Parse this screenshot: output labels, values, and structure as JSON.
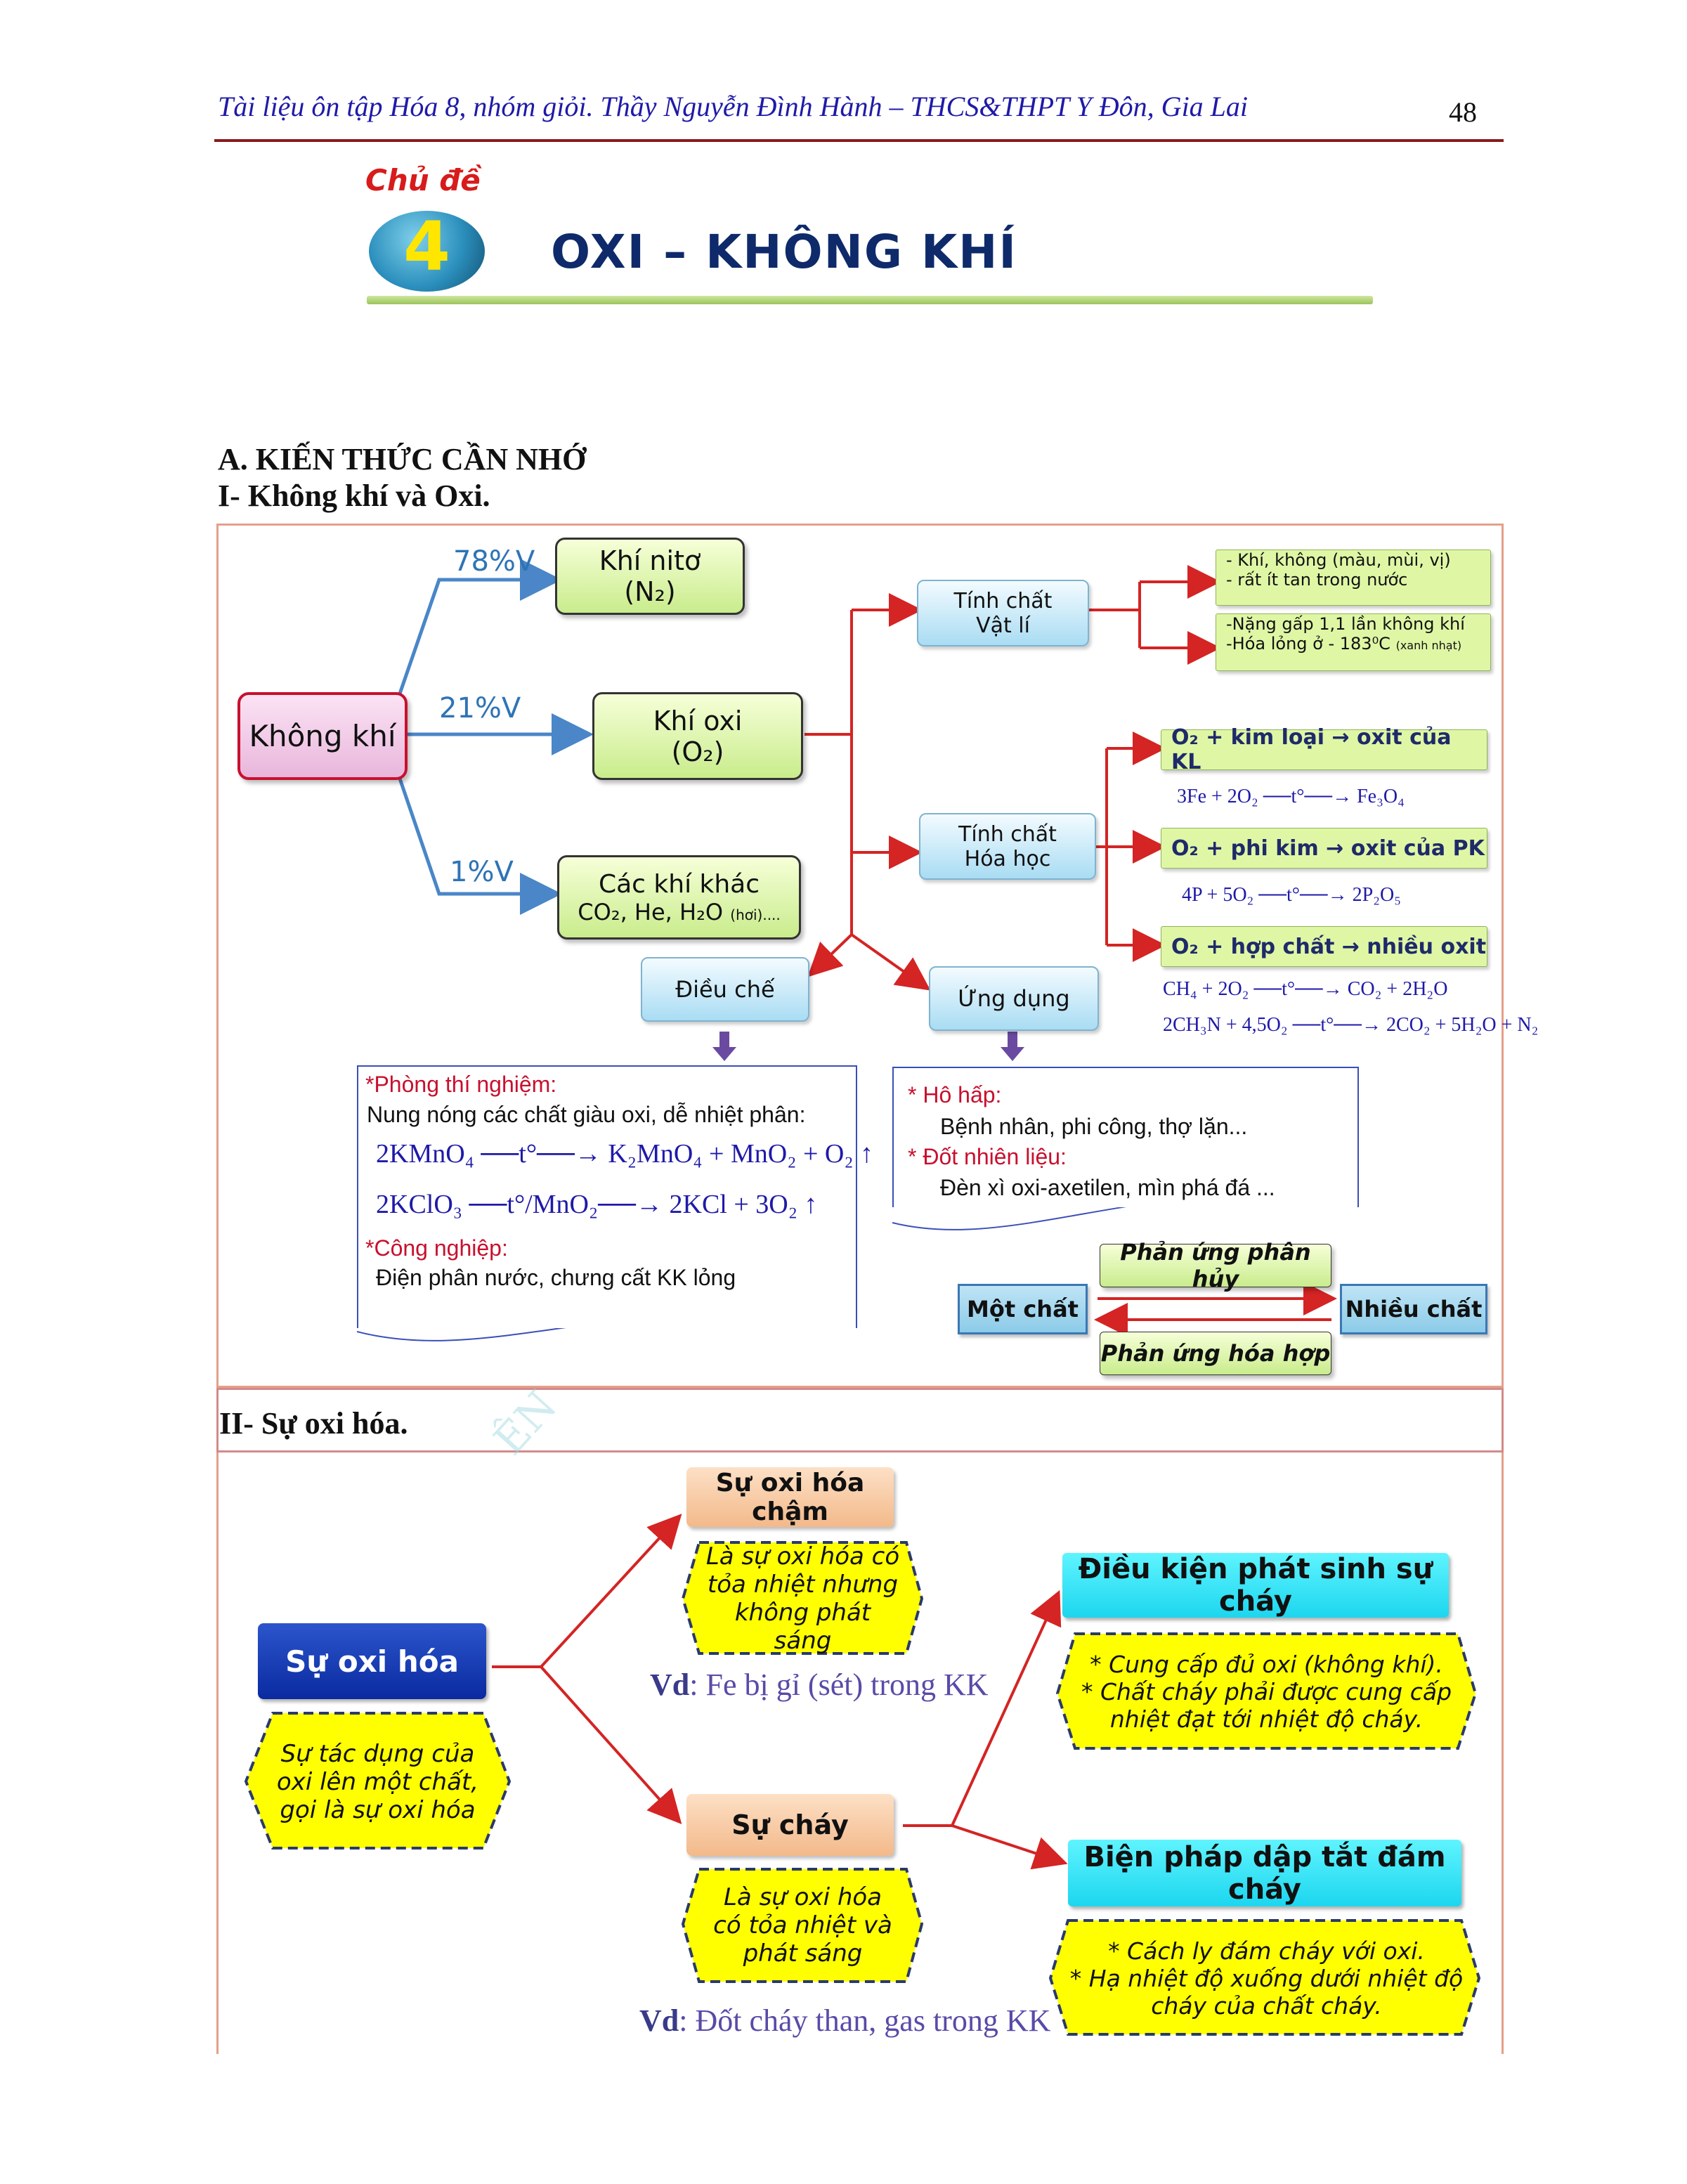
{
  "header": {
    "title": "Tài liệu ôn tập Hóa 8, nhóm giỏi. Thầy Nguyễn Đình Hành – THCS&THPT Y Đôn, Gia Lai",
    "page_number": "48"
  },
  "topic": {
    "label": "Chủ đề",
    "number": "4",
    "title": "OXI – KHÔNG KHÍ"
  },
  "section_a": "A. KIẾN THỨC CẦN NHỚ",
  "section_1": "I- Không khí và Oxi.",
  "diagram1": {
    "root": "Không  khí",
    "pct_n2": "78%V",
    "pct_o2": "21%V",
    "pct_other": "1%V",
    "n2_line1": "Khí nitơ",
    "n2_formula": "(N₂)",
    "o2_line1": "Khí oxi",
    "o2_formula": "(O₂)",
    "other_line1": "Các khí khác",
    "other_line2": "CO₂, He, H₂O",
    "other_note": "(hơi)....",
    "phys_line1": "Tính chất",
    "phys_line2": "Vật lí",
    "phys_note1_a": "- Khí, không (màu, mùi, vị)",
    "phys_note1_b": "- rất ít tan trong nước",
    "phys_note2_a": "-Nặng gấp 1,1 lần không khí",
    "phys_note2_b": "-Hóa lỏng ở - 183⁰C",
    "phys_note2_c": "(xanh  nhạt)",
    "chem_line1": "Tính chất",
    "chem_line2": "Hóa học",
    "chem_kl": "O₂ + kim loại  → oxit của KL",
    "chem_kl_eq": "3Fe + 2O₂ ──t°──→ Fe₃O₄",
    "chem_pk": "O₂ + phi kim  → oxit của PK",
    "chem_pk_eq": "4P + 5O₂ ──t°──→ 2P₂O₅",
    "chem_hc": "O₂ + hợp chất  → nhiều oxit",
    "chem_hc_eq1": "CH₄ + 2O₂ ──t°──→ CO₂ + 2H₂O",
    "chem_hc_eq2": "2CH₃N + 4,5O₂ ──t°──→ 2CO₂ + 5H₂O + N₂",
    "prep": "Điều chế",
    "use": "Ứng dụng",
    "prep_lab": "*Phòng thí nghiệm:",
    "prep_lab_desc": "Nung nóng các chất giàu oxi, dễ nhiệt phân:",
    "prep_eq1": "2KMnO₄ ──t°──→ K₂MnO₄ + MnO₂ + O₂ ↑",
    "prep_eq2": "2KClO₃ ──t°/MnO₂──→ 2KCl + 3O₂ ↑",
    "prep_ind": "*Công nghiệp:",
    "prep_ind_desc": "Điện phân nước, chưng cất KK lỏng",
    "use_breath": "* Hô hấp:",
    "use_breath_desc": "Bệnh nhân, phi công, thợ lặn...",
    "use_fuel": "* Đốt nhiên liệu:",
    "use_fuel_desc": "Đèn xì oxi-axetilen, mìn phá đá ...",
    "one_substance": "Một chất",
    "many_substances": "Nhiều chất",
    "decomposition": "Phản ứng phân hủy",
    "combination": "Phản ứng hóa hợp"
  },
  "section_2": "II- Sự oxi hóa.",
  "watermark": "ÊN",
  "diagram2": {
    "oxidation": "Sự oxi hóa",
    "oxidation_def": "Sự tác dụng của oxi lên một chất, gọi là sự oxi hóa",
    "slow": "Sự oxi hóa chậm",
    "slow_def": "Là sự oxi hóa có tỏa nhiệt nhưng không phát sáng",
    "slow_vd_label": "Vd",
    "slow_vd": ": Fe bị gỉ (sét) trong KK",
    "burn": "Sự cháy",
    "burn_def": "Là sự oxi hóa có tỏa nhiệt và phát sáng",
    "burn_vd_label": "Vd",
    "burn_vd": ": Đốt cháy than, gas trong KK",
    "cond": "Điều kiện phát sinh sự cháy",
    "cond_1": "* Cung cấp đủ oxi (không khí).",
    "cond_2": "* Chất cháy phải được cung cấp nhiệt đạt tới nhiệt độ cháy.",
    "ext": "Biện pháp dập tắt đám cháy",
    "ext_1": "* Cách ly đám cháy với oxi.",
    "ext_2": "* Hạ nhiệt độ xuống dưới nhiệt độ cháy của chất cháy."
  }
}
